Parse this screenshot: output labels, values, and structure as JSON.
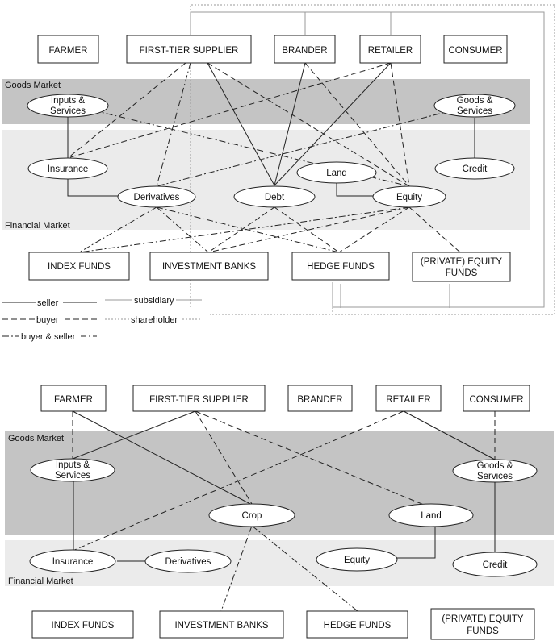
{
  "top": {
    "zones": {
      "goods": "Goods Market",
      "financial": "Financial Market"
    },
    "actors": [
      "FARMER",
      "FIRST-TIER SUPPLIER",
      "BRANDER",
      "RETAILER",
      "CONSUMER"
    ],
    "nodes": {
      "inputs": [
        "Inputs &",
        "Services"
      ],
      "goods": [
        "Goods &",
        "Services"
      ],
      "insurance": "Insurance",
      "credit": "Credit",
      "land": "Land",
      "derivatives": "Derivatives",
      "debt": "Debt",
      "equity": "Equity"
    },
    "funds": [
      "INDEX FUNDS",
      "INVESTMENT BANKS",
      "HEDGE FUNDS",
      [
        "(PRIVATE) EQUITY",
        "FUNDS"
      ]
    ],
    "legend": {
      "seller": "seller",
      "buyer": "buyer",
      "buyer_seller": "buyer & seller",
      "subsidiary": "subsidiary",
      "shareholder": "shareholder"
    }
  },
  "bottom": {
    "zones": {
      "goods": "Goods Market",
      "financial": "Financial Market"
    },
    "actors": [
      "FARMER",
      "FIRST-TIER SUPPLIER",
      "BRANDER",
      "RETAILER",
      "CONSUMER"
    ],
    "nodes": {
      "inputs": [
        "Inputs &",
        "Services"
      ],
      "goods": [
        "Goods &",
        "Services"
      ],
      "crop": "Crop",
      "land": "Land",
      "insurance": "Insurance",
      "derivatives": "Derivatives",
      "equity": "Equity",
      "credit": "Credit"
    },
    "funds": [
      "INDEX FUNDS",
      "INVESTMENT BANKS",
      "HEDGE FUNDS",
      [
        "(PRIVATE) EQUITY",
        "FUNDS"
      ]
    ]
  }
}
